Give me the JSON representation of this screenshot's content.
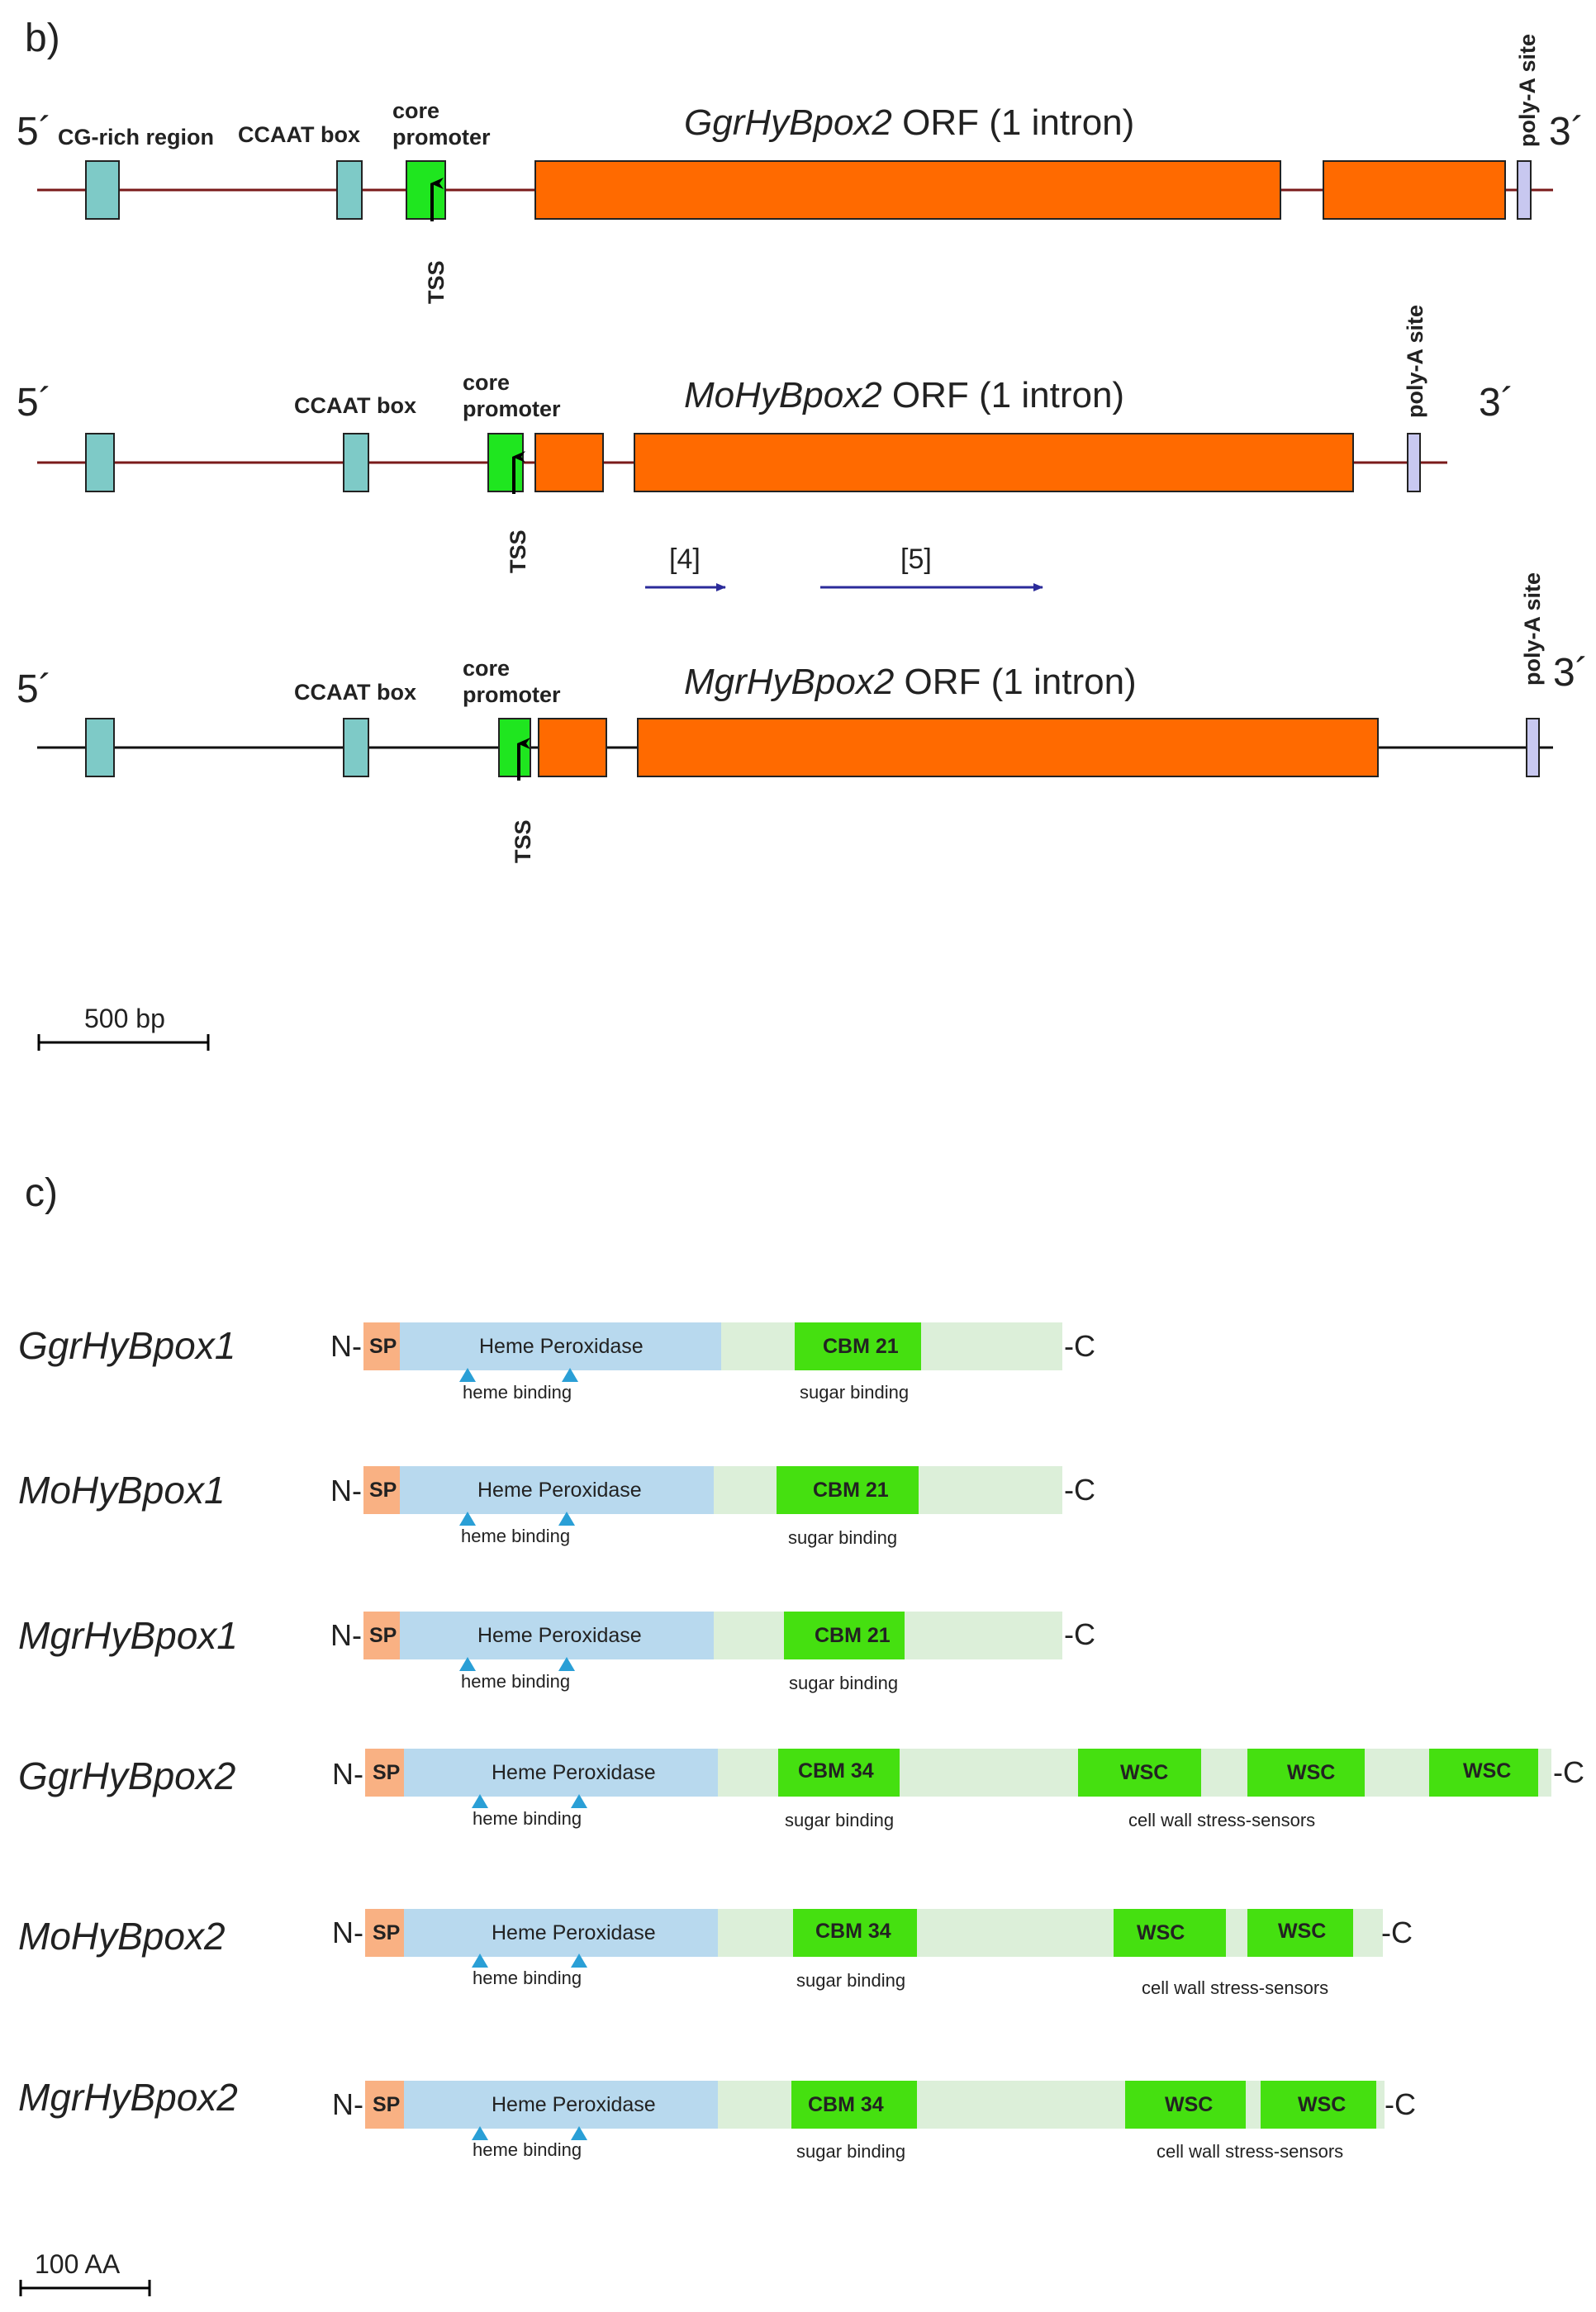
{
  "panel_b": {
    "label": "b)",
    "end5": "5´",
    "end3": "3´",
    "genes": [
      {
        "name": "GgrHyBpox2",
        "orf_suffix": " ORF (1 intron)",
        "line_color": "#7a1a1a",
        "labels": {
          "cg": "CG-rich region",
          "ccaat": "CCAAT box",
          "core1": "core",
          "core2": "promoter",
          "polya": "poly-A site",
          "tss": "TSS"
        }
      },
      {
        "name": "MoHyBpox2",
        "orf_suffix": " ORF (1 intron)",
        "line_color": "#7a1a1a",
        "labels": {
          "ccaat": "CCAAT box",
          "core1": "core",
          "core2": "promoter",
          "polya": "poly-A site",
          "tss": "TSS"
        }
      },
      {
        "name": "MgrHyBpox2",
        "orf_suffix": " ORF (1 intron)",
        "line_color": "#111111",
        "labels": {
          "ccaat": "CCAAT box",
          "core1": "core",
          "core2": "promoter",
          "polya": "poly-A site",
          "tss": "TSS"
        }
      }
    ],
    "primers": [
      "[4]",
      "[5]"
    ],
    "scale": "500 bp"
  },
  "panel_c": {
    "label": "c)",
    "n_term": "N-",
    "c_term": "-C",
    "proteins": [
      {
        "name": "GgrHyBpox1",
        "sp": "SP",
        "heme": "Heme Peroxidase",
        "heme_note": "heme binding",
        "cbm": "CBM 21",
        "cbm_note": "sugar binding",
        "wsc": [],
        "wsc_note": ""
      },
      {
        "name": "MoHyBpox1",
        "sp": "SP",
        "heme": "Heme Peroxidase",
        "heme_note": "heme binding",
        "cbm": "CBM 21",
        "cbm_note": "sugar binding",
        "wsc": [],
        "wsc_note": ""
      },
      {
        "name": "MgrHyBpox1",
        "sp": "SP",
        "heme": "Heme Peroxidase",
        "heme_note": "heme binding",
        "cbm": "CBM 21",
        "cbm_note": "sugar binding",
        "wsc": [],
        "wsc_note": ""
      },
      {
        "name": "GgrHyBpox2",
        "sp": "SP",
        "heme": "Heme Peroxidase",
        "heme_note": "heme binding",
        "cbm": "CBM 34",
        "cbm_note": "sugar binding",
        "wsc": [
          "WSC",
          "WSC",
          "WSC"
        ],
        "wsc_note": "cell wall stress-sensors"
      },
      {
        "name": "MoHyBpox2",
        "sp": "SP",
        "heme": "Heme Peroxidase",
        "heme_note": "heme binding",
        "cbm": "CBM 34",
        "cbm_note": "sugar binding",
        "wsc": [
          "WSC",
          "WSC"
        ],
        "wsc_note": "cell wall stress-sensors"
      },
      {
        "name": "MgrHyBpox2",
        "sp": "SP",
        "heme": "Heme Peroxidase",
        "heme_note": "heme binding",
        "cbm": "CBM 34",
        "cbm_note": "sugar binding",
        "wsc": [
          "WSC",
          "WSC"
        ],
        "wsc_note": "cell wall stress-sensors"
      }
    ],
    "scale": "100 AA"
  },
  "colors": {
    "orf": "#ff6a00",
    "motif": "#7ecac7",
    "core_promoter": "#1fe61f",
    "polya": "#c8c8f0",
    "primer_arrow": "#2b2b9a",
    "sp": "#f9b183",
    "heme": "#b8d9ee",
    "protein_body": "#dcefd9",
    "domain_green": "#45e010",
    "triangle": "#2a9fd6"
  }
}
